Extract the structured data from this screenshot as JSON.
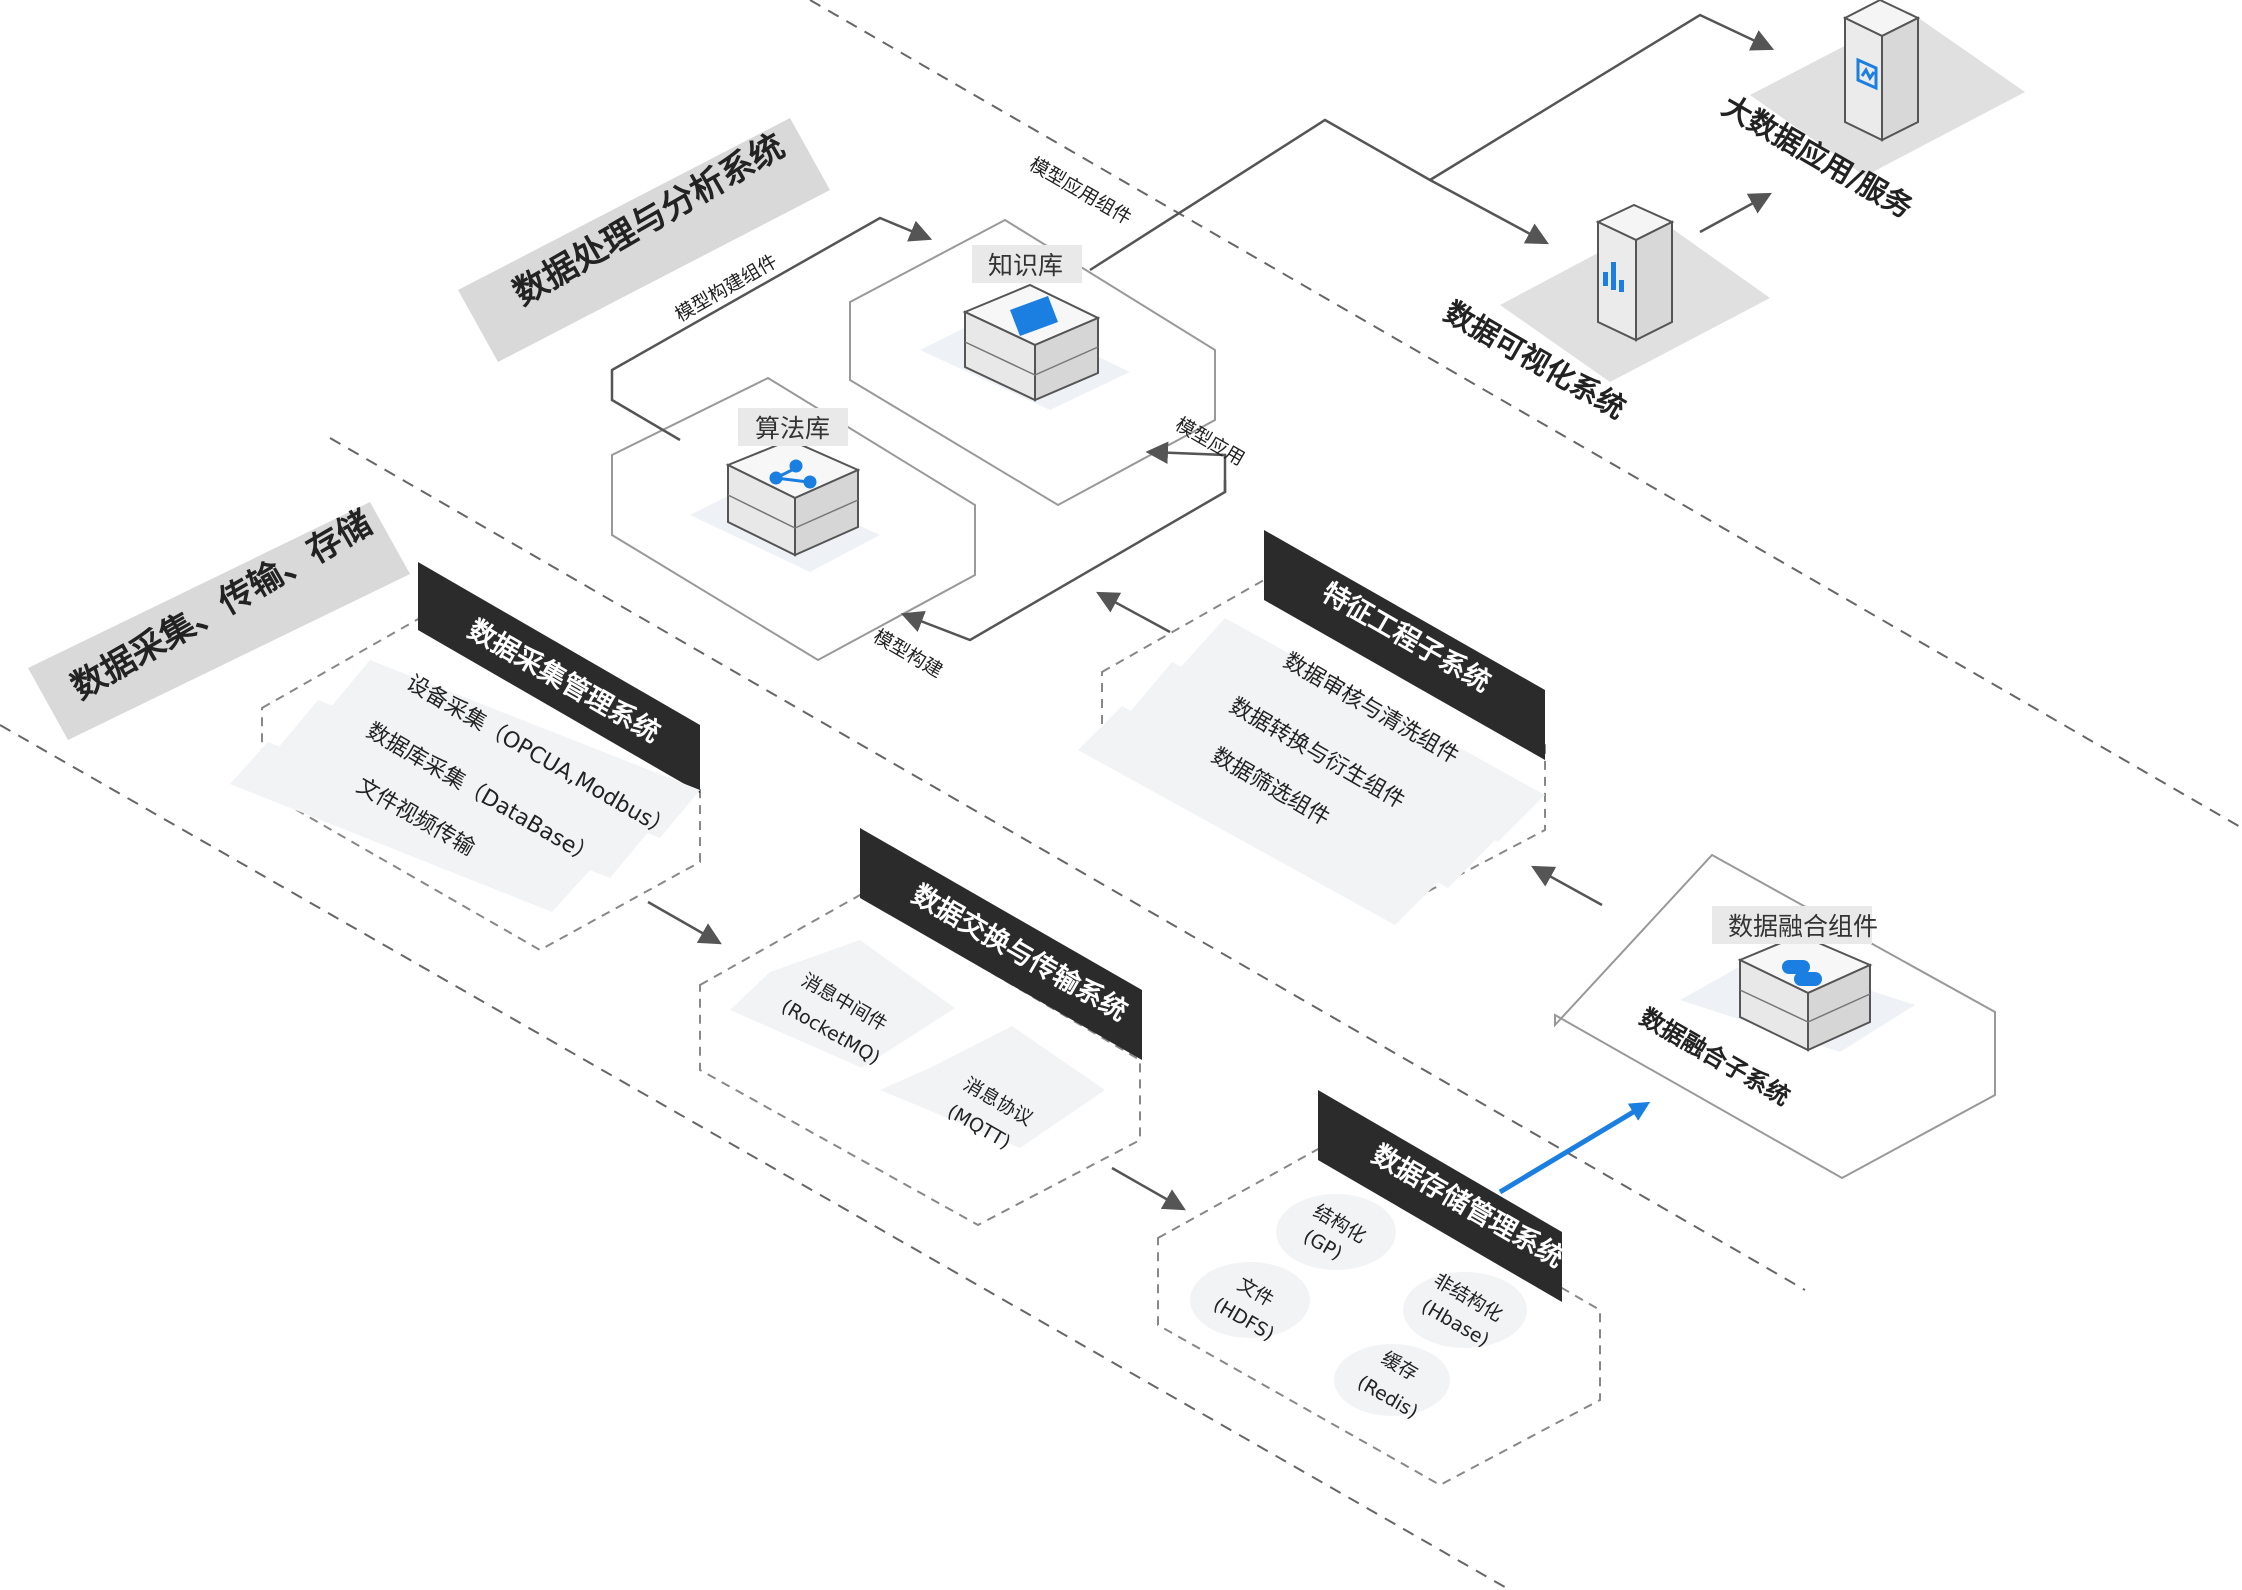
{
  "sections": {
    "collect": "数据采集、传输、存储",
    "process": "数据处理与分析系统"
  },
  "collection": {
    "title": "数据采集管理系统",
    "items": [
      "设备采集（OPCUA,Modbus）",
      "数据库采集（DataBase）",
      "文件视频传输"
    ]
  },
  "exchange": {
    "title": "数据交换与传输系统",
    "mq": [
      "消息中间件",
      "(RocketMQ)"
    ],
    "proto": [
      "消息协议",
      "(MQTT)"
    ]
  },
  "storage": {
    "title": "数据存储管理系统",
    "gp": [
      "结构化",
      "(GP)"
    ],
    "hdfs": [
      "文件",
      "(HDFS)"
    ],
    "hbase": [
      "非结构化",
      "(Hbase)"
    ],
    "redis": [
      "缓存",
      "(Redis)"
    ]
  },
  "fusion": {
    "label": "数据融合组件",
    "subtitle": "数据融合子系统"
  },
  "feature": {
    "title": "特征工程子系统",
    "items": [
      "数据审核与清洗组件",
      "数据转换与衍生组件",
      "数据筛选组件"
    ]
  },
  "algo": {
    "label": "算法库"
  },
  "knowledge": {
    "label": "知识库"
  },
  "flows": {
    "build": "模型构建",
    "apply": "模型应用",
    "build_comp": "模型构建组件",
    "apply_comp": "模型应用组件"
  },
  "apps": {
    "viz": "数据可视化系统",
    "bigdata": "大数据应用/服务"
  },
  "colors": {
    "dark_header": "#2b2b2b",
    "panel": "#f2f3f5",
    "accent_blue": "#1a7fe0",
    "title_band": "#d9d9d9"
  }
}
